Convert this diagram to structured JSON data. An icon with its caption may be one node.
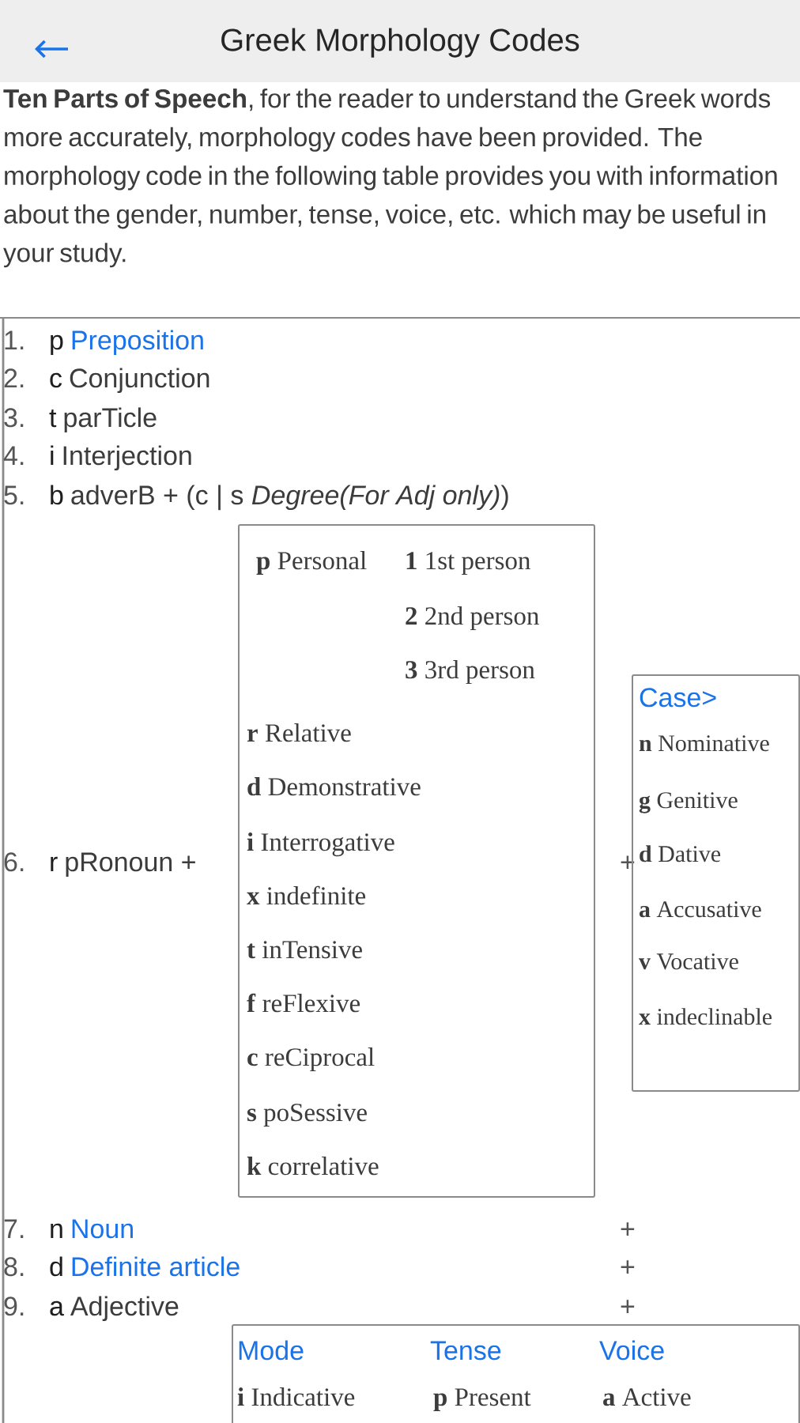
{
  "diagram": {
    "title": "Greek Morphology Codes",
    "nodes": [
      {
        "text": [
          "**p** Personal",
          "**1** 1st person",
          "**2** 2nd person",
          "**3** 3rd person",
          "**r** Relative",
          "**d** Demonstrative",
          "**i** Interrogative",
          "**x** indefinite",
          "**t** inTensive",
          "**f** reFlexive",
          "**c** reCiprocal",
          "**s** poSessive",
          "**k** correlative"
        ]
      },
      {
        "text": [
          "Case>",
          "**n** Nominative",
          "**g** Genitive",
          "**d** Dative",
          "**a** Accusative",
          "**v** Vocative",
          "**x** indeclinable"
        ]
      },
      {
        "text": [
          "Mode",
          "Tense",
          "Voice",
          "**i** Indicative",
          "**p** Present",
          "**a** Active"
        ]
      }
    ],
    "labels": [
      "**Ten Parts of Speech**, for the reader to understand the Greek words more accurately, morphology codes have been provided. The morphology code in the following table provides you with information about the gender, number, tense, voice, etc. which may be useful in your study.",
      "1.",
      "p",
      "Preposition",
      "2.",
      "c",
      "Conjunction",
      "3.",
      "t",
      "parTicle",
      "4.",
      "i",
      "Interjection",
      "5.",
      "b",
      "adverB + (c | s *Degree(For Adj only)*)",
      "6.",
      "r",
      "pRonoun +",
      "+",
      "7.",
      "n",
      "Noun",
      "+",
      "8.",
      "d",
      "Definite article",
      "+",
      "9.",
      "a",
      "Adjective",
      "+"
    ]
  }
}
